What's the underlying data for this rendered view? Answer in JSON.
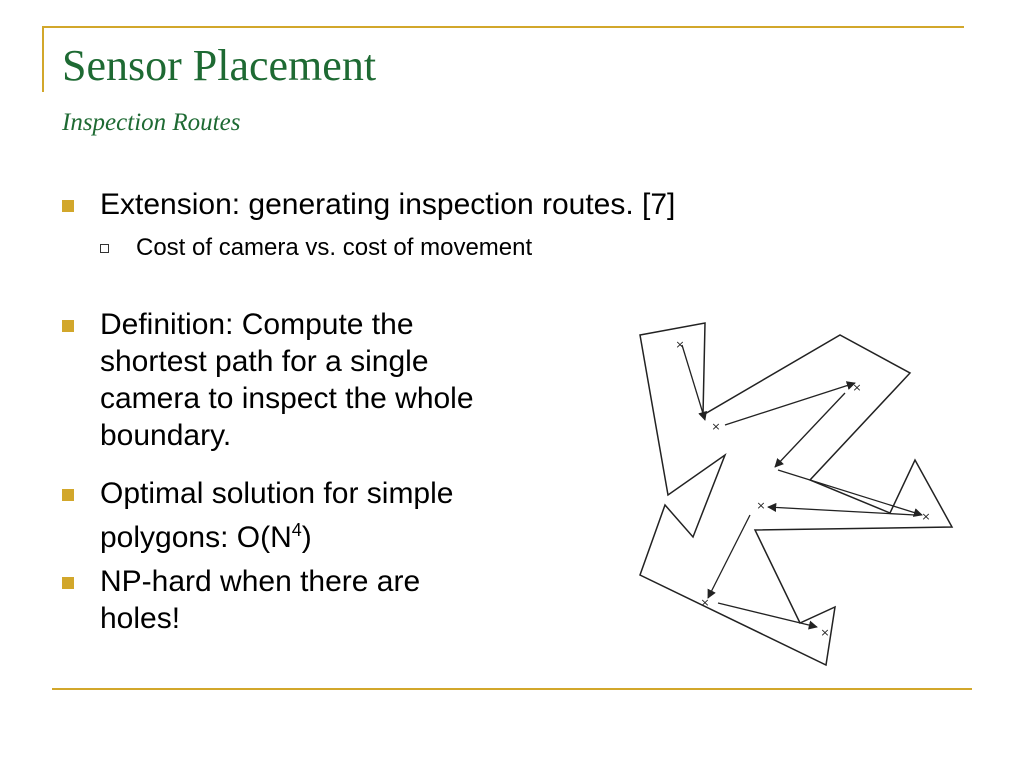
{
  "slide": {
    "title": "Sensor Placement",
    "subtitle": "Inspection Routes"
  },
  "bullets": {
    "b1": "Extension: generating inspection routes. [7]",
    "b1_sub": "Cost of camera vs. cost of movement",
    "b2_line1": "Definition: Compute the",
    "b2_line2": "shortest path for a single",
    "b2_line3": "camera to inspect the whole",
    "b2_line4": "boundary.",
    "b3_line1": "Optimal solution for simple",
    "b3_line2_pre": "polygons: O(N",
    "b3_sup": "4",
    "b3_line2_post": ")",
    "b4_line1": "NP-hard when there are",
    "b4_line2": "holes!"
  },
  "colors": {
    "accent": "#d2a72b",
    "title": "#1e6a33"
  }
}
